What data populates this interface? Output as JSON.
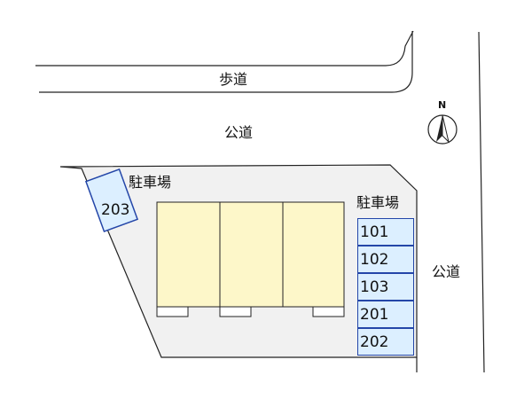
{
  "streets": {
    "sidewalk_label": "歩道",
    "road_north_label": "公道",
    "road_east_label": "公道"
  },
  "compass": {
    "label": "N",
    "icon": "north-arrow-icon"
  },
  "parking_west": {
    "label": "駐車場",
    "space": "203"
  },
  "parking_east": {
    "label": "駐車場",
    "spaces": [
      "101",
      "102",
      "103",
      "201",
      "202"
    ]
  },
  "building": {
    "units": 3
  },
  "colors": {
    "lot": "#f1f1f1",
    "building": "#fdf7c9",
    "parking_fill": "#dcefff",
    "parking_border": "#2446a8",
    "line": "#222222"
  }
}
